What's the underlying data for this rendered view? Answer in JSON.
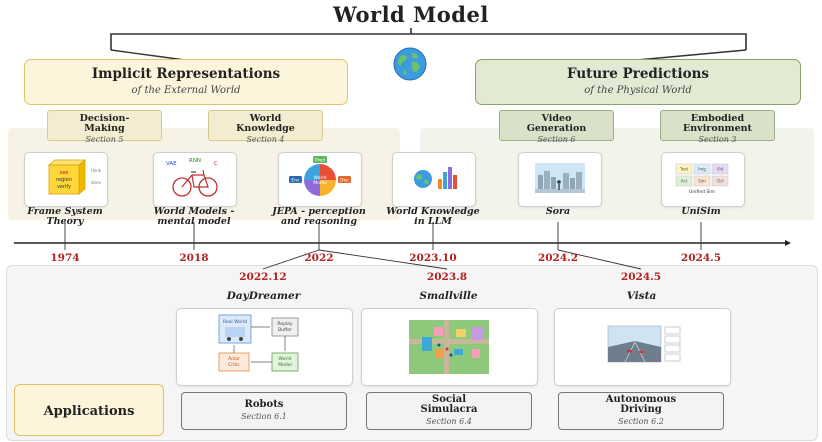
{
  "title": "World Model",
  "implicit": {
    "title": "Implicit Representations",
    "subtitle": "of the External World"
  },
  "future": {
    "title": "Future Predictions",
    "subtitle": "of the Physical World"
  },
  "sections": [
    {
      "line1": "Decision-",
      "line2": "Making",
      "section": "Section 5"
    },
    {
      "line1": "World",
      "line2": "Knowledge",
      "section": "Section 4"
    },
    {
      "line1": "Video",
      "line2": "Generation",
      "section": "Section 6"
    },
    {
      "line1": "Embodied",
      "line2": "Environment",
      "section": "Section 3"
    }
  ],
  "milestones": [
    {
      "line1": "Frame System",
      "line2": "Theory",
      "year": "1974"
    },
    {
      "line1": "World Models -",
      "line2": "mental model",
      "year": "2018"
    },
    {
      "line1": "JEPA - perception",
      "line2": "and reasoning",
      "year": "2022"
    },
    {
      "line1": "World Knowledge",
      "line2": "in LLM",
      "year": "2023.10"
    },
    {
      "line1": "Sora",
      "line2": "",
      "year": "2024.2"
    },
    {
      "line1": "UniSim",
      "line2": "",
      "year": "2024.5"
    }
  ],
  "sub_years": [
    "2022.12",
    "2023.8",
    "2024.5"
  ],
  "applications": {
    "label": "Applications",
    "items": [
      {
        "title": "DayDreamer",
        "line1": "Robots",
        "line2": "",
        "section": "Section 6.1"
      },
      {
        "title": "Smallville",
        "line1": "Social",
        "line2": "Simulacra",
        "section": "Section 6.4"
      },
      {
        "title": "Vista",
        "line1": "Autonomous",
        "line2": "Driving",
        "section": "Section 6.2"
      }
    ]
  },
  "icon_text": {
    "fst_lines": [
      "see",
      "region",
      "verify"
    ],
    "fst_side": [
      "think",
      "store"
    ],
    "wm": [
      "VAE",
      "RNN",
      "C"
    ],
    "jepa": [
      "Pred",
      "Enc",
      "Dec",
      "World",
      "Model"
    ],
    "unisim_cells": [
      "Text",
      "Img",
      "Vid",
      "Act",
      "Sim",
      "Ctrl"
    ],
    "unisim_caption": "Unified Sim",
    "dd": [
      "Real World",
      "Replay",
      "Buffer",
      "Actor",
      "Critic",
      "World",
      "Model"
    ]
  },
  "colors": {
    "implicit_fill": "#fdf4dc",
    "implicit_border": "#e2c36b",
    "future_fill": "#e3ead4",
    "future_border": "#8aa06a",
    "year": "#b22222"
  }
}
